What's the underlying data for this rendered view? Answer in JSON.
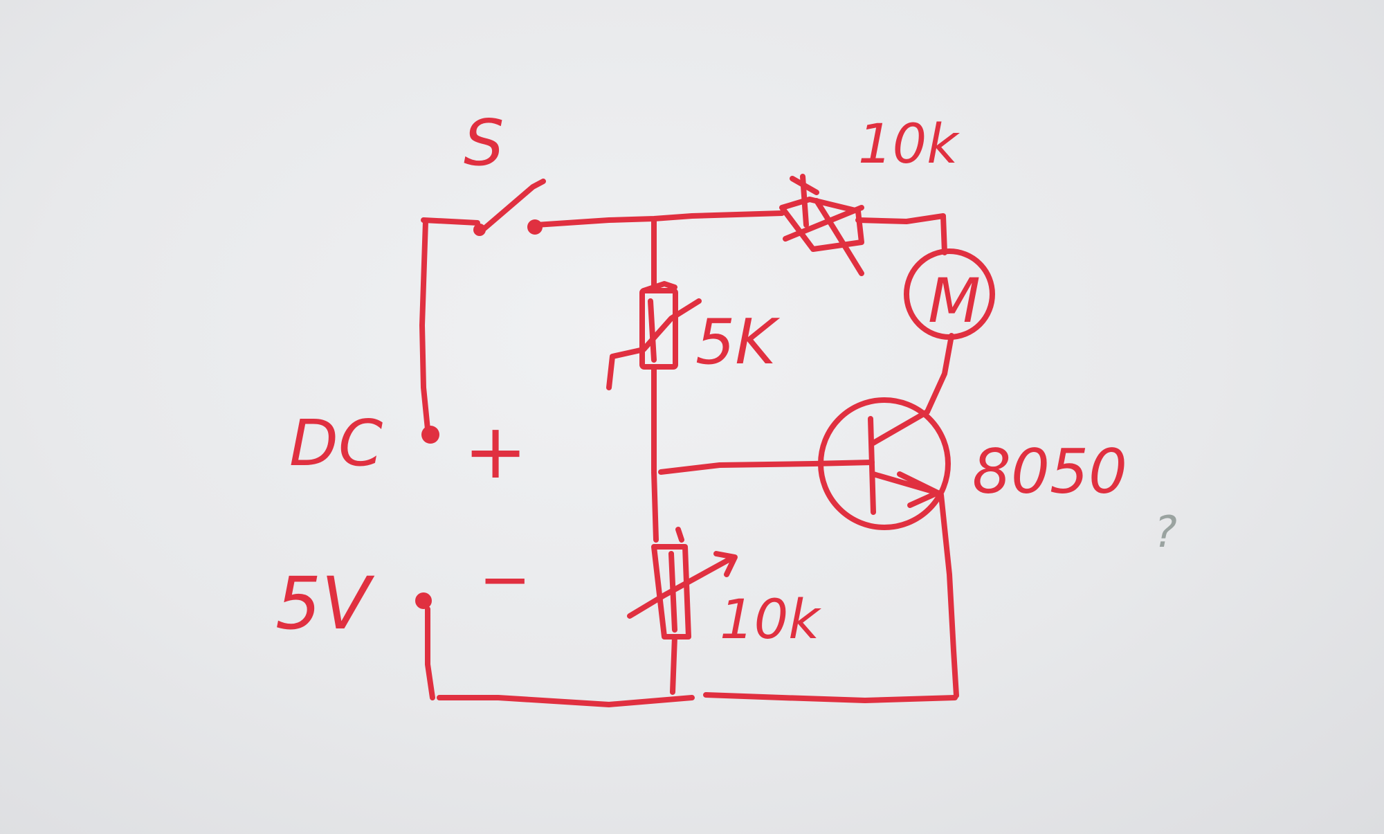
{
  "colors": {
    "ink": "#e03040",
    "pencil": "#9aa3a0"
  },
  "labels": {
    "switch": "S",
    "supply_top": "DC",
    "supply_bottom": "5V",
    "plus": "+",
    "minus": "−",
    "r_top_value": "10k",
    "r_mid_value": "5K",
    "r_bottom_value": "10k",
    "motor": "M",
    "transistor": "8050",
    "pencil_mark": "?"
  }
}
